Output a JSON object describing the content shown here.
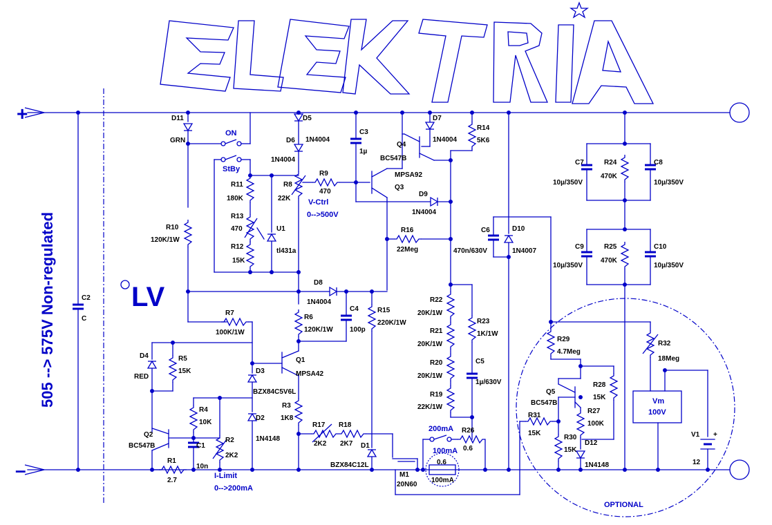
{
  "brand": {
    "logo_text": "ELEKTRIA"
  },
  "rails": {
    "plus": "+",
    "minus": "–"
  },
  "titles": {
    "input": "505 --> 575V Non-regulated",
    "lv": "LV",
    "vctrl": "V-Ctrl",
    "vctrl_range": "0-->500V",
    "ilimit": "I-Limit",
    "ilimit_range": "0-->200mA",
    "optional": "OPTIONAL"
  },
  "switches": {
    "on": "ON",
    "stby": "StBy",
    "i200": "200mA",
    "i100": "100mA"
  },
  "meter": {
    "name": "Vm",
    "value": "100V"
  },
  "battery": {
    "name": "V1",
    "value": "12",
    "plus": "+"
  },
  "components": {
    "D11": {
      "ref": "D11",
      "val": "GRN"
    },
    "D5": {
      "ref": "D5",
      "val": ""
    },
    "D6": {
      "ref": "D6",
      "val": "1N4004"
    },
    "D6b": {
      "val": "1N4004"
    },
    "C3": {
      "ref": "C3",
      "val": "1µ"
    },
    "D7": {
      "ref": "D7",
      "val": "1N4004"
    },
    "R14": {
      "ref": "R14",
      "val": "5K6"
    },
    "Q4": {
      "ref": "Q4",
      "val": "BC547B"
    },
    "Q3": {
      "ref": "Q3",
      "val": "MPSA92"
    },
    "D9": {
      "ref": "D9",
      "val": "1N4004"
    },
    "R11": {
      "ref": "R11",
      "val": "180K"
    },
    "R8": {
      "ref": "R8",
      "val": "22K"
    },
    "R9": {
      "ref": "R9",
      "val": "470"
    },
    "R13": {
      "ref": "R13",
      "val": "470"
    },
    "U1": {
      "ref": "U1",
      "val": "tl431a"
    },
    "R12": {
      "ref": "R12",
      "val": "15K"
    },
    "R10": {
      "ref": "R10",
      "val": "120K/1W"
    },
    "R16": {
      "ref": "R16",
      "val": "22Meg"
    },
    "C6": {
      "ref": "C6",
      "val": "470n/630V"
    },
    "D10": {
      "ref": "D10",
      "val": "1N4007"
    },
    "C7": {
      "ref": "C7",
      "val": "10µ/350V"
    },
    "R24": {
      "ref": "R24",
      "val": "470K"
    },
    "C8": {
      "ref": "C8",
      "val": "10µ/350V"
    },
    "C9": {
      "ref": "C9",
      "val": "10µ/350V"
    },
    "R25": {
      "ref": "R25",
      "val": "470K"
    },
    "C10": {
      "ref": "C10",
      "val": "10µ/350V"
    },
    "C2": {
      "ref": "C2",
      "val": "C"
    },
    "D8": {
      "ref": "D8",
      "val": "1N4004"
    },
    "C4": {
      "ref": "C4",
      "val": "100p"
    },
    "R15": {
      "ref": "R15",
      "val": "220K/1W"
    },
    "R7": {
      "ref": "R7",
      "val": "100K/1W"
    },
    "R6": {
      "ref": "R6",
      "val": "120K/1W"
    },
    "R22": {
      "ref": "R22",
      "val": "20K/1W"
    },
    "R21": {
      "ref": "R21",
      "val": "20K/1W"
    },
    "R20": {
      "ref": "R20",
      "val": "20K/1W"
    },
    "R19": {
      "ref": "R19",
      "val": "22K/1W"
    },
    "R23": {
      "ref": "R23",
      "val": "1K/1W"
    },
    "C5": {
      "ref": "C5",
      "val": "1µ/630V"
    },
    "D4": {
      "ref": "D4",
      "val": "RED"
    },
    "R5": {
      "ref": "R5",
      "val": "15K"
    },
    "Q1": {
      "ref": "Q1",
      "val": "MPSA42"
    },
    "D3": {
      "ref": "D3",
      "val": "BZX84C5V6L"
    },
    "R4": {
      "ref": "R4",
      "val": "10K"
    },
    "R3": {
      "ref": "R3",
      "val": "1K8"
    },
    "Q2": {
      "ref": "Q2",
      "val": "BC547B"
    },
    "C1": {
      "ref": "C1",
      "val": "10n"
    },
    "R2": {
      "ref": "R2",
      "val": "2K2"
    },
    "D2": {
      "ref": "D2",
      "val": "1N4148"
    },
    "R17": {
      "ref": "R17",
      "val": "2K2"
    },
    "R18": {
      "ref": "R18",
      "val": "2K7"
    },
    "D1": {
      "ref": "D1",
      "val": "BZX84C12L"
    },
    "M1": {
      "ref": "M1",
      "val": "20N60"
    },
    "R1": {
      "ref": "R1",
      "val": "2.7"
    },
    "R26": {
      "ref": "R26",
      "val": "0.6"
    },
    "Rs100": {
      "ref": "0.6",
      "val": "100mA"
    },
    "R29": {
      "ref": "R29",
      "val": "4.7Meg"
    },
    "R32": {
      "ref": "R32",
      "val": "18Meg"
    },
    "Q5": {
      "ref": "Q5",
      "val": "BC547B"
    },
    "R28": {
      "ref": "R28",
      "val": "15K"
    },
    "R27": {
      "ref": "R27",
      "val": "100K"
    },
    "R31": {
      "ref": "R31",
      "val": "15K"
    },
    "R30": {
      "ref": "R30",
      "val": "15K"
    },
    "D12": {
      "ref": "D12",
      "val": "1N4148"
    }
  }
}
